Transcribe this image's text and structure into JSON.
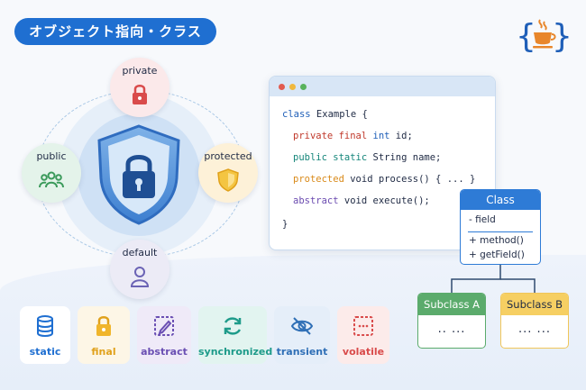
{
  "title": "オブジェクト指向・クラス",
  "logo": {
    "icon": "java-coffee-icon",
    "colors": {
      "braces": "#1f5fb8",
      "cup": "#e8862a"
    }
  },
  "access_modifiers": {
    "center_icon": "shield-lock-icon",
    "items": [
      {
        "label": "private",
        "icon": "lock-icon",
        "color": "#d94b4b"
      },
      {
        "label": "public",
        "icon": "users-icon",
        "color": "#3b9a5b"
      },
      {
        "label": "protected",
        "icon": "shield-icon",
        "color": "#e8b325"
      },
      {
        "label": "default",
        "icon": "user-icon",
        "color": "#6b63b5"
      }
    ]
  },
  "code_window": {
    "window_dots": [
      "#e25b4f",
      "#f0b83d",
      "#58b25c"
    ],
    "lines": [
      [
        {
          "t": "class",
          "c": "kw-b"
        },
        {
          "t": " Example {",
          "c": ""
        }
      ],
      [
        {
          "t": "private final",
          "c": "kw-r"
        },
        {
          "t": " int",
          "c": "kw-b"
        },
        {
          "t": " id;",
          "c": ""
        }
      ],
      [
        {
          "t": "public static",
          "c": "kw-t"
        },
        {
          "t": " String name;",
          "c": ""
        }
      ],
      [
        {
          "t": "protected",
          "c": "kw-o"
        },
        {
          "t": " void process() { ... }",
          "c": ""
        }
      ],
      [
        {
          "t": "abstract",
          "c": "kw-p"
        },
        {
          "t": " void execute();",
          "c": ""
        }
      ],
      [
        {
          "t": "}",
          "c": ""
        }
      ]
    ]
  },
  "uml": {
    "class_name": "Class",
    "field": "- field",
    "methods": [
      "+ method()",
      "+ getField()"
    ],
    "subclasses": [
      {
        "name": "Subclass A",
        "body": "·· ···"
      },
      {
        "name": "Subclass B",
        "body": "··· ···"
      }
    ]
  },
  "keywords": [
    {
      "label": "static",
      "icon": "database-icon",
      "color": "#1f6fd1",
      "bg": "#ffffff"
    },
    {
      "label": "final",
      "icon": "lock-icon",
      "color": "#e0a11b",
      "bg": "#fdf6e6"
    },
    {
      "label": "abstract",
      "icon": "edit-icon",
      "color": "#6a4fb3",
      "bg": "#efeaf8"
    },
    {
      "label": "synchronized",
      "icon": "refresh-icon",
      "color": "#1e9b8a",
      "bg": "#e2f4f0"
    },
    {
      "label": "transient",
      "icon": "eye-off-icon",
      "color": "#2f6fb6",
      "bg": "#e5eef9"
    },
    {
      "label": "volatile",
      "icon": "dashed-square-icon",
      "color": "#d94b4b",
      "bg": "#fcebea"
    }
  ]
}
